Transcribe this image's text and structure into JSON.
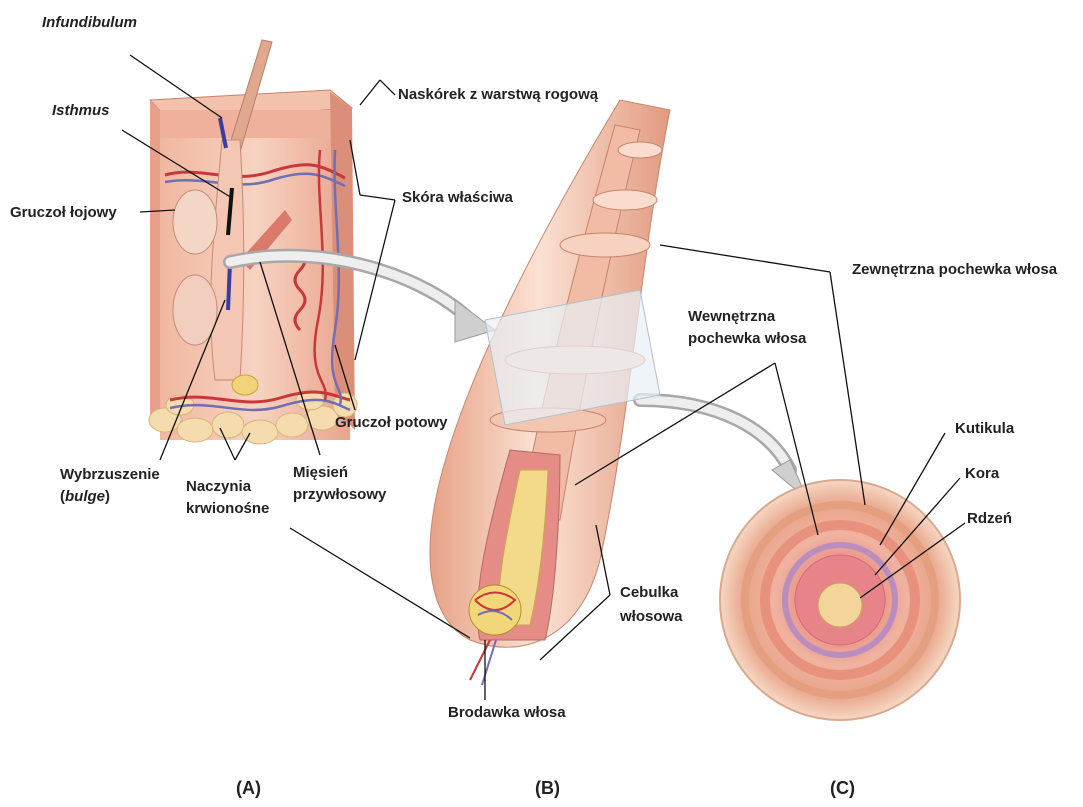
{
  "labels": {
    "infundibulum": "Infundibulum",
    "isthmus": "Isthmus",
    "gruczol_lojowy": "Gruczoł łojowy",
    "naskorek": "Naskórek z warstwą rogową",
    "skora_wlasciwa": "Skóra właściwa",
    "gruczol_potowy": "Gruczoł potowy",
    "wybrzuszenie_1": "Wybrzuszenie",
    "wybrzuszenie_2a": "(",
    "wybrzuszenie_2b": "bulge",
    "wybrzuszenie_2c": ")",
    "naczynia_1": "Naczynia",
    "naczynia_2": "krwionośne",
    "miesien_1": "Mięsień",
    "miesien_2": "przywłosowy",
    "zewnetrzna": "Zewnętrzna pochewka włosa",
    "wewnetrzna_1": "Wewnętrzna",
    "wewnetrzna_2": "pochewka włosa",
    "kutikula": "Kutikula",
    "kora": "Kora",
    "rdzen": "Rdzeń",
    "cebulka_1": "Cebulka",
    "cebulka_2": "włosowa",
    "brodawka": "Brodawka włosa"
  },
  "panels": {
    "a": "(A)",
    "b": "(B)",
    "c": "(C)"
  },
  "colors": {
    "skin_dark": "#e79a84",
    "skin_light": "#f6d2c0",
    "fat": "#f3d8a8",
    "vessel_red": "#c9373a",
    "vessel_blue": "#6f6fb3",
    "nerve_yellow": "#e6c15a",
    "marker": "#3b3ba0",
    "leader": "#111111"
  }
}
